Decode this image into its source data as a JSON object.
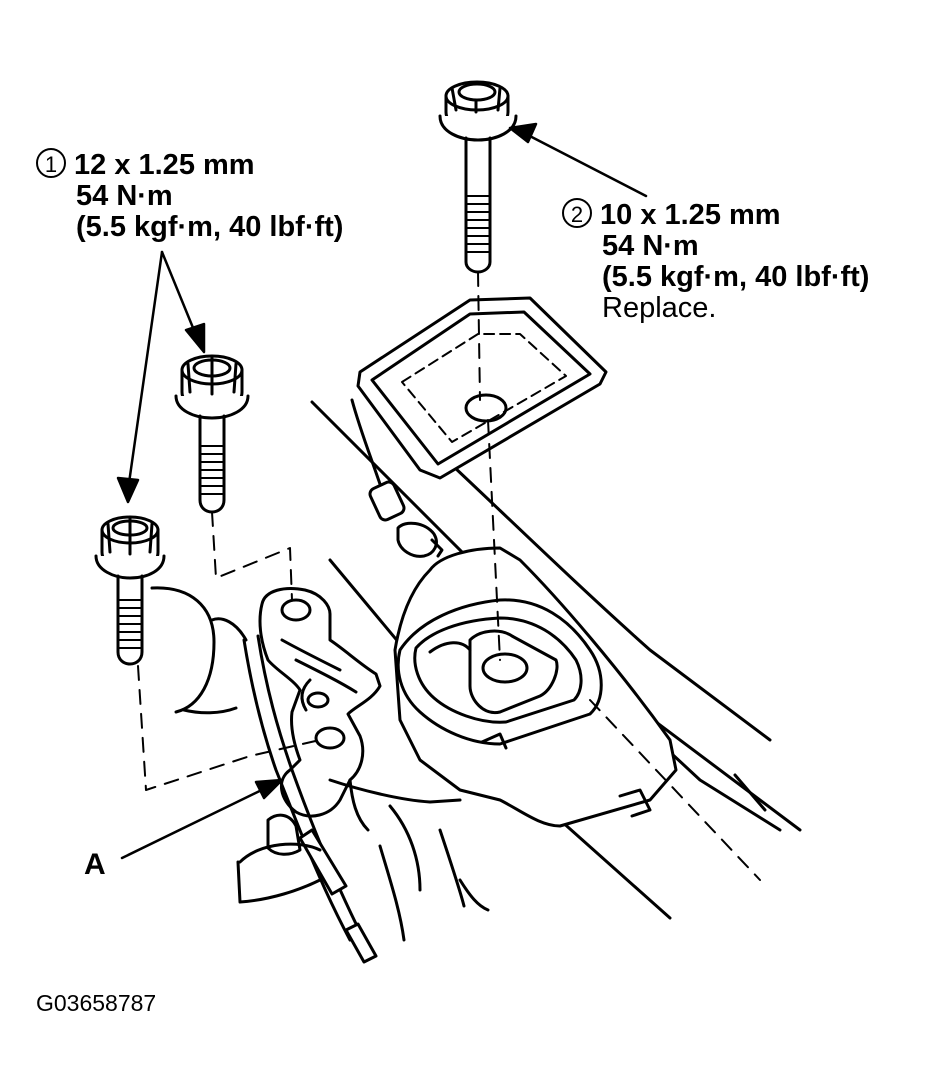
{
  "callouts": {
    "bolt_1": {
      "number": "1",
      "size": "12 x 1.25 mm",
      "torque": "54 N·m",
      "torque_alt": "(5.5 kgf·m, 40 lbf·ft)"
    },
    "bolt_2": {
      "number": "2",
      "size": "10 x 1.25 mm",
      "torque": "54 N·m",
      "torque_alt": "(5.5 kgf·m, 40 lbf·ft)",
      "note": "Replace."
    }
  },
  "part_label_a": "A",
  "figure_id": "G03658787"
}
